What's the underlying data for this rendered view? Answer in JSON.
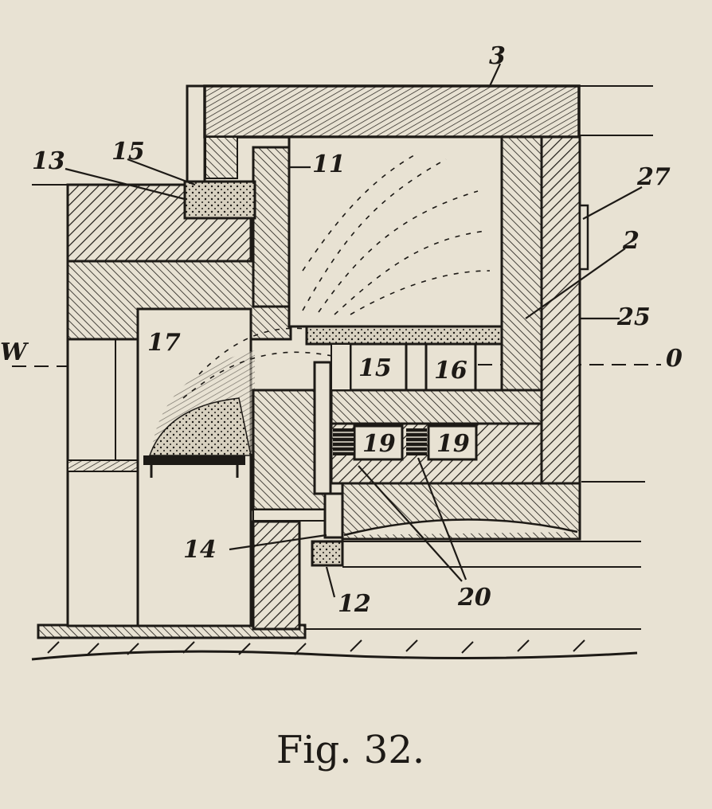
{
  "labels": {
    "l3": "3",
    "l13": "13",
    "l15a": "15",
    "l11": "11",
    "l27": "27",
    "l2": "2",
    "l25": "25",
    "l0": "0",
    "lW": "W",
    "l17": "17",
    "l15b": "15",
    "l16": "16",
    "l19a": "19",
    "l19b": "19",
    "l14": "14",
    "l12": "12",
    "l20": "20"
  },
  "caption": "Fig. 32."
}
